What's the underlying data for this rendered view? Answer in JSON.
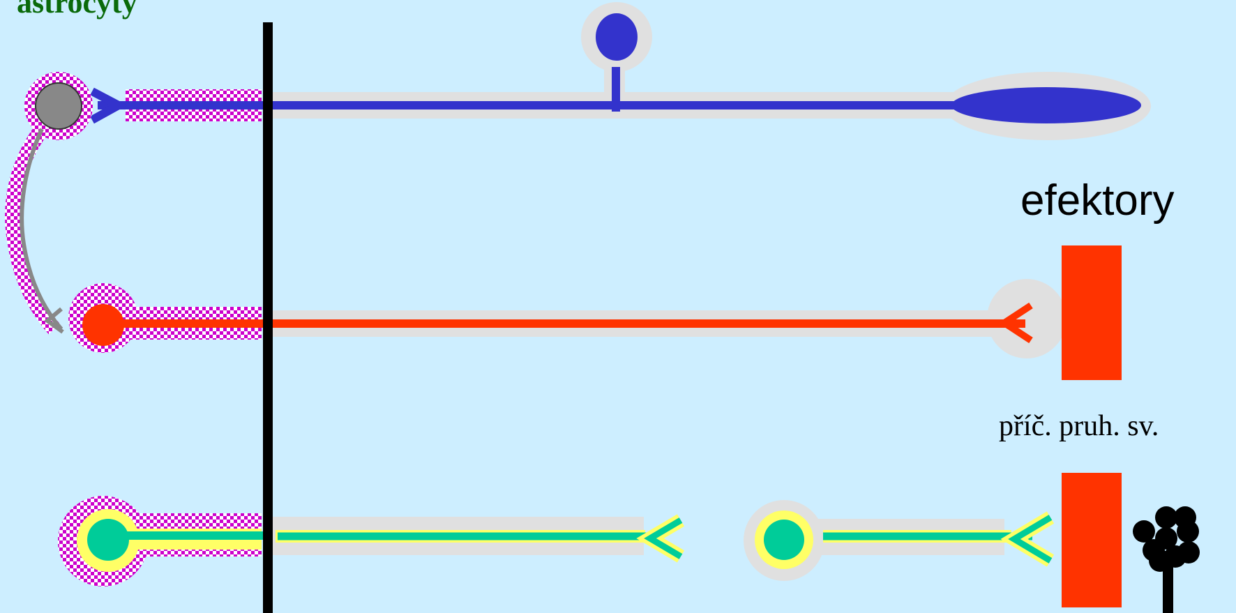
{
  "labels": {
    "astrocytes": "astrocyty",
    "effectors": "efektory",
    "skeletal_muscle": "příč. pruh. sv."
  },
  "colors": {
    "background": "#cdeeff",
    "myelin_sheath_glow": "#e0e0e0",
    "sensory_neuron": "#3333cc",
    "motor_neuron": "#ff3300",
    "autonomic_neuron": "#00cc99",
    "autonomic_halo": "#ffff66",
    "oligodendrocyte_check": "#cc00cc",
    "astrocyte_cell": "#888888",
    "cns_boundary": "#000000",
    "heading_text": "#0a6a0a"
  },
  "icons": {
    "cns_boundary": "vertical-line",
    "sensory_receptor": "ellipse-ending",
    "synapse": "chevron-arrow-icon",
    "gland": "grape-cluster-icon"
  }
}
